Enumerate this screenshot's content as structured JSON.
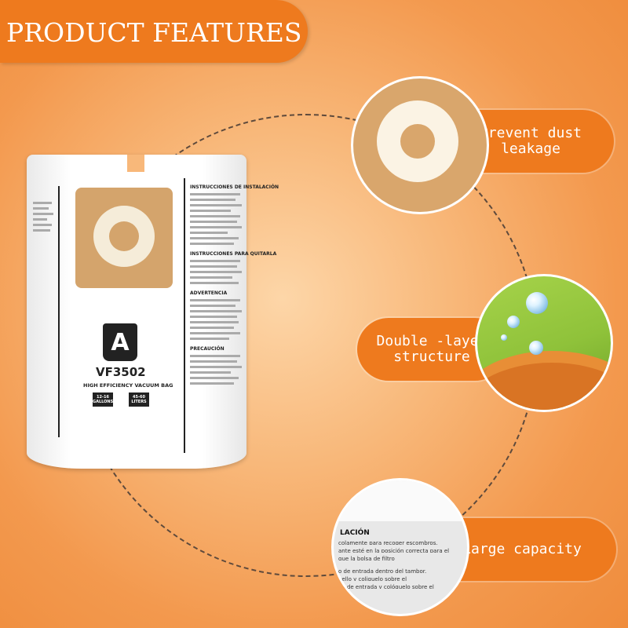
{
  "banner": {
    "title": "PRODUCT FEATURES"
  },
  "colors": {
    "accent": "#ee7a1e",
    "background": "#f8b87a"
  },
  "product": {
    "badge_letter": "A",
    "model": "VF3502",
    "subtitle": "HIGH EFFICIENCY VACUUM BAG",
    "sizes": [
      {
        "line1": "12-16",
        "line2": "GALLONS"
      },
      {
        "line1": "45-60",
        "line2": "LITERS"
      }
    ],
    "headings": [
      "INSTRUCCIONES DE INSTALACIÓN",
      "INSTRUCCIONES PARA QUITARLA",
      "ADVERTENCIA",
      "PRECAUCIÓN"
    ]
  },
  "features": [
    {
      "label_line1": "Prevent dust",
      "label_line2": "leakage",
      "icon": "filter-ring-icon"
    },
    {
      "label_line1": "Double -layer",
      "label_line2": "structure",
      "icon": "water-drop-icon"
    },
    {
      "label_line1": "Large capacity",
      "label_line2": "",
      "icon": "bag-text-icon"
    }
  ],
  "capacity_closeup": {
    "heading": "LACIÓN",
    "lines": [
      "colamente para recoger escombros.",
      "ante esté en la posición correcta para el",
      "que la bolsa de filtro",
      "o de entrada dentro del tambor.",
      "uello y coliquelo sobre el",
      "bo de entrada y colóquelo sobre el"
    ]
  }
}
